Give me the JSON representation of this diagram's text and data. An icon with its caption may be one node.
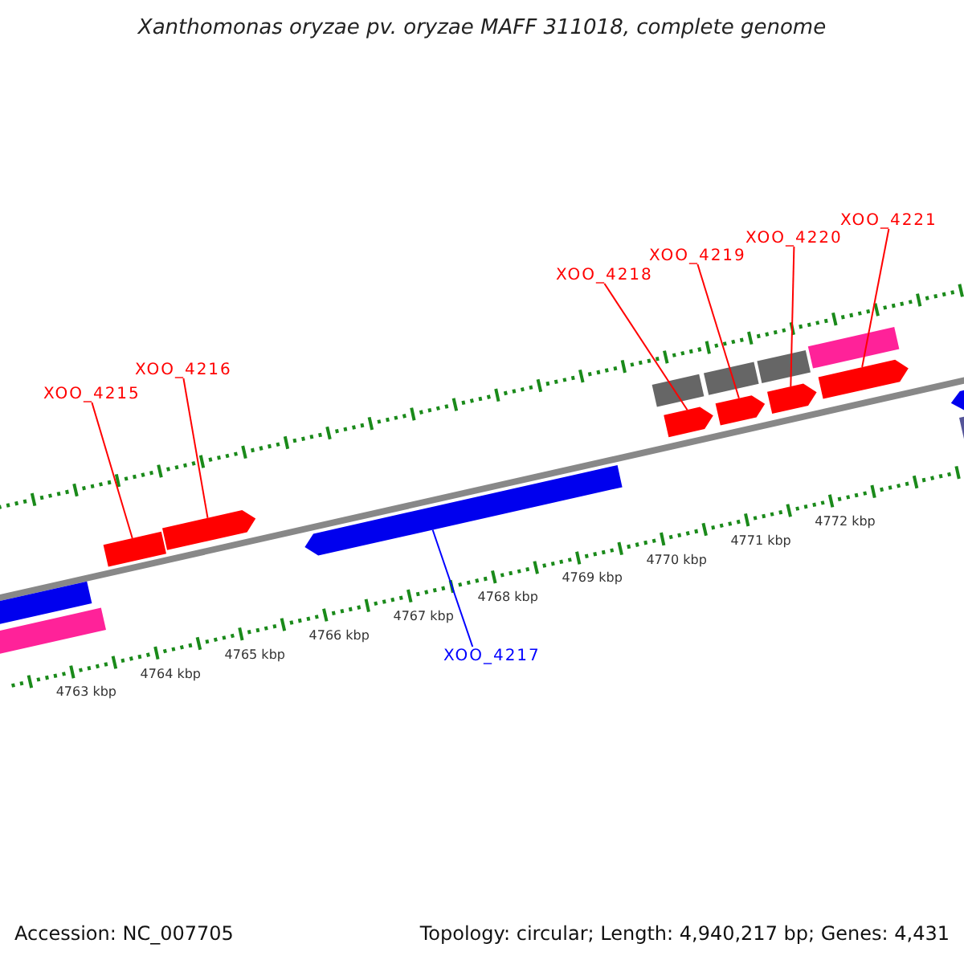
{
  "diagram": {
    "title": "Xanthomonas oryzae pv. oryzae MAFF 311018, complete genome",
    "nodes": [
      {
        "text": [
          "XOO_4215"
        ]
      },
      {
        "text": [
          "XOO_4216"
        ]
      },
      {
        "text": [
          "XOO_4217"
        ]
      },
      {
        "text": [
          "XOO_4218"
        ]
      },
      {
        "text": [
          "XOO_4219"
        ]
      },
      {
        "text": [
          "XOO_4220"
        ]
      },
      {
        "text": [
          "XOO_4221"
        ]
      },
      {
        "text": [],
        "shape": "bar"
      },
      {
        "text": [],
        "shape": "arrow"
      },
      {
        "text": [],
        "shape": "arrow"
      },
      {
        "text": [],
        "shape": "arrow"
      },
      {
        "text": [],
        "shape": "arrow"
      },
      {
        "text": [],
        "shape": "arrow"
      },
      {
        "text": [],
        "shape": "arrow"
      }
    ],
    "edges": [
      {
        "from": 0,
        "to": 7,
        "arrow": "none"
      },
      {
        "from": 1,
        "to": 8,
        "arrow": "none"
      },
      {
        "from": 2,
        "to": 9,
        "arrow": "none",
        "color": "#0000ff"
      },
      {
        "from": 3,
        "to": 10,
        "arrow": "none"
      },
      {
        "from": 4,
        "to": 11,
        "arrow": "none"
      },
      {
        "from": 5,
        "to": 12,
        "arrow": "none"
      },
      {
        "from": 6,
        "to": 13,
        "arrow": "none"
      }
    ],
    "labels": [
      "4763 kbp",
      "4764 kbp",
      "4765 kbp",
      "4766 kbp",
      "4767 kbp",
      "4768 kbp",
      "4769 kbp",
      "4770 kbp",
      "4771 kbp",
      "4772 kbp",
      "Accession: NC_007705",
      "Topology: circular; Length: 4,940,217 bp; Genes: 4,431"
    ]
  }
}
